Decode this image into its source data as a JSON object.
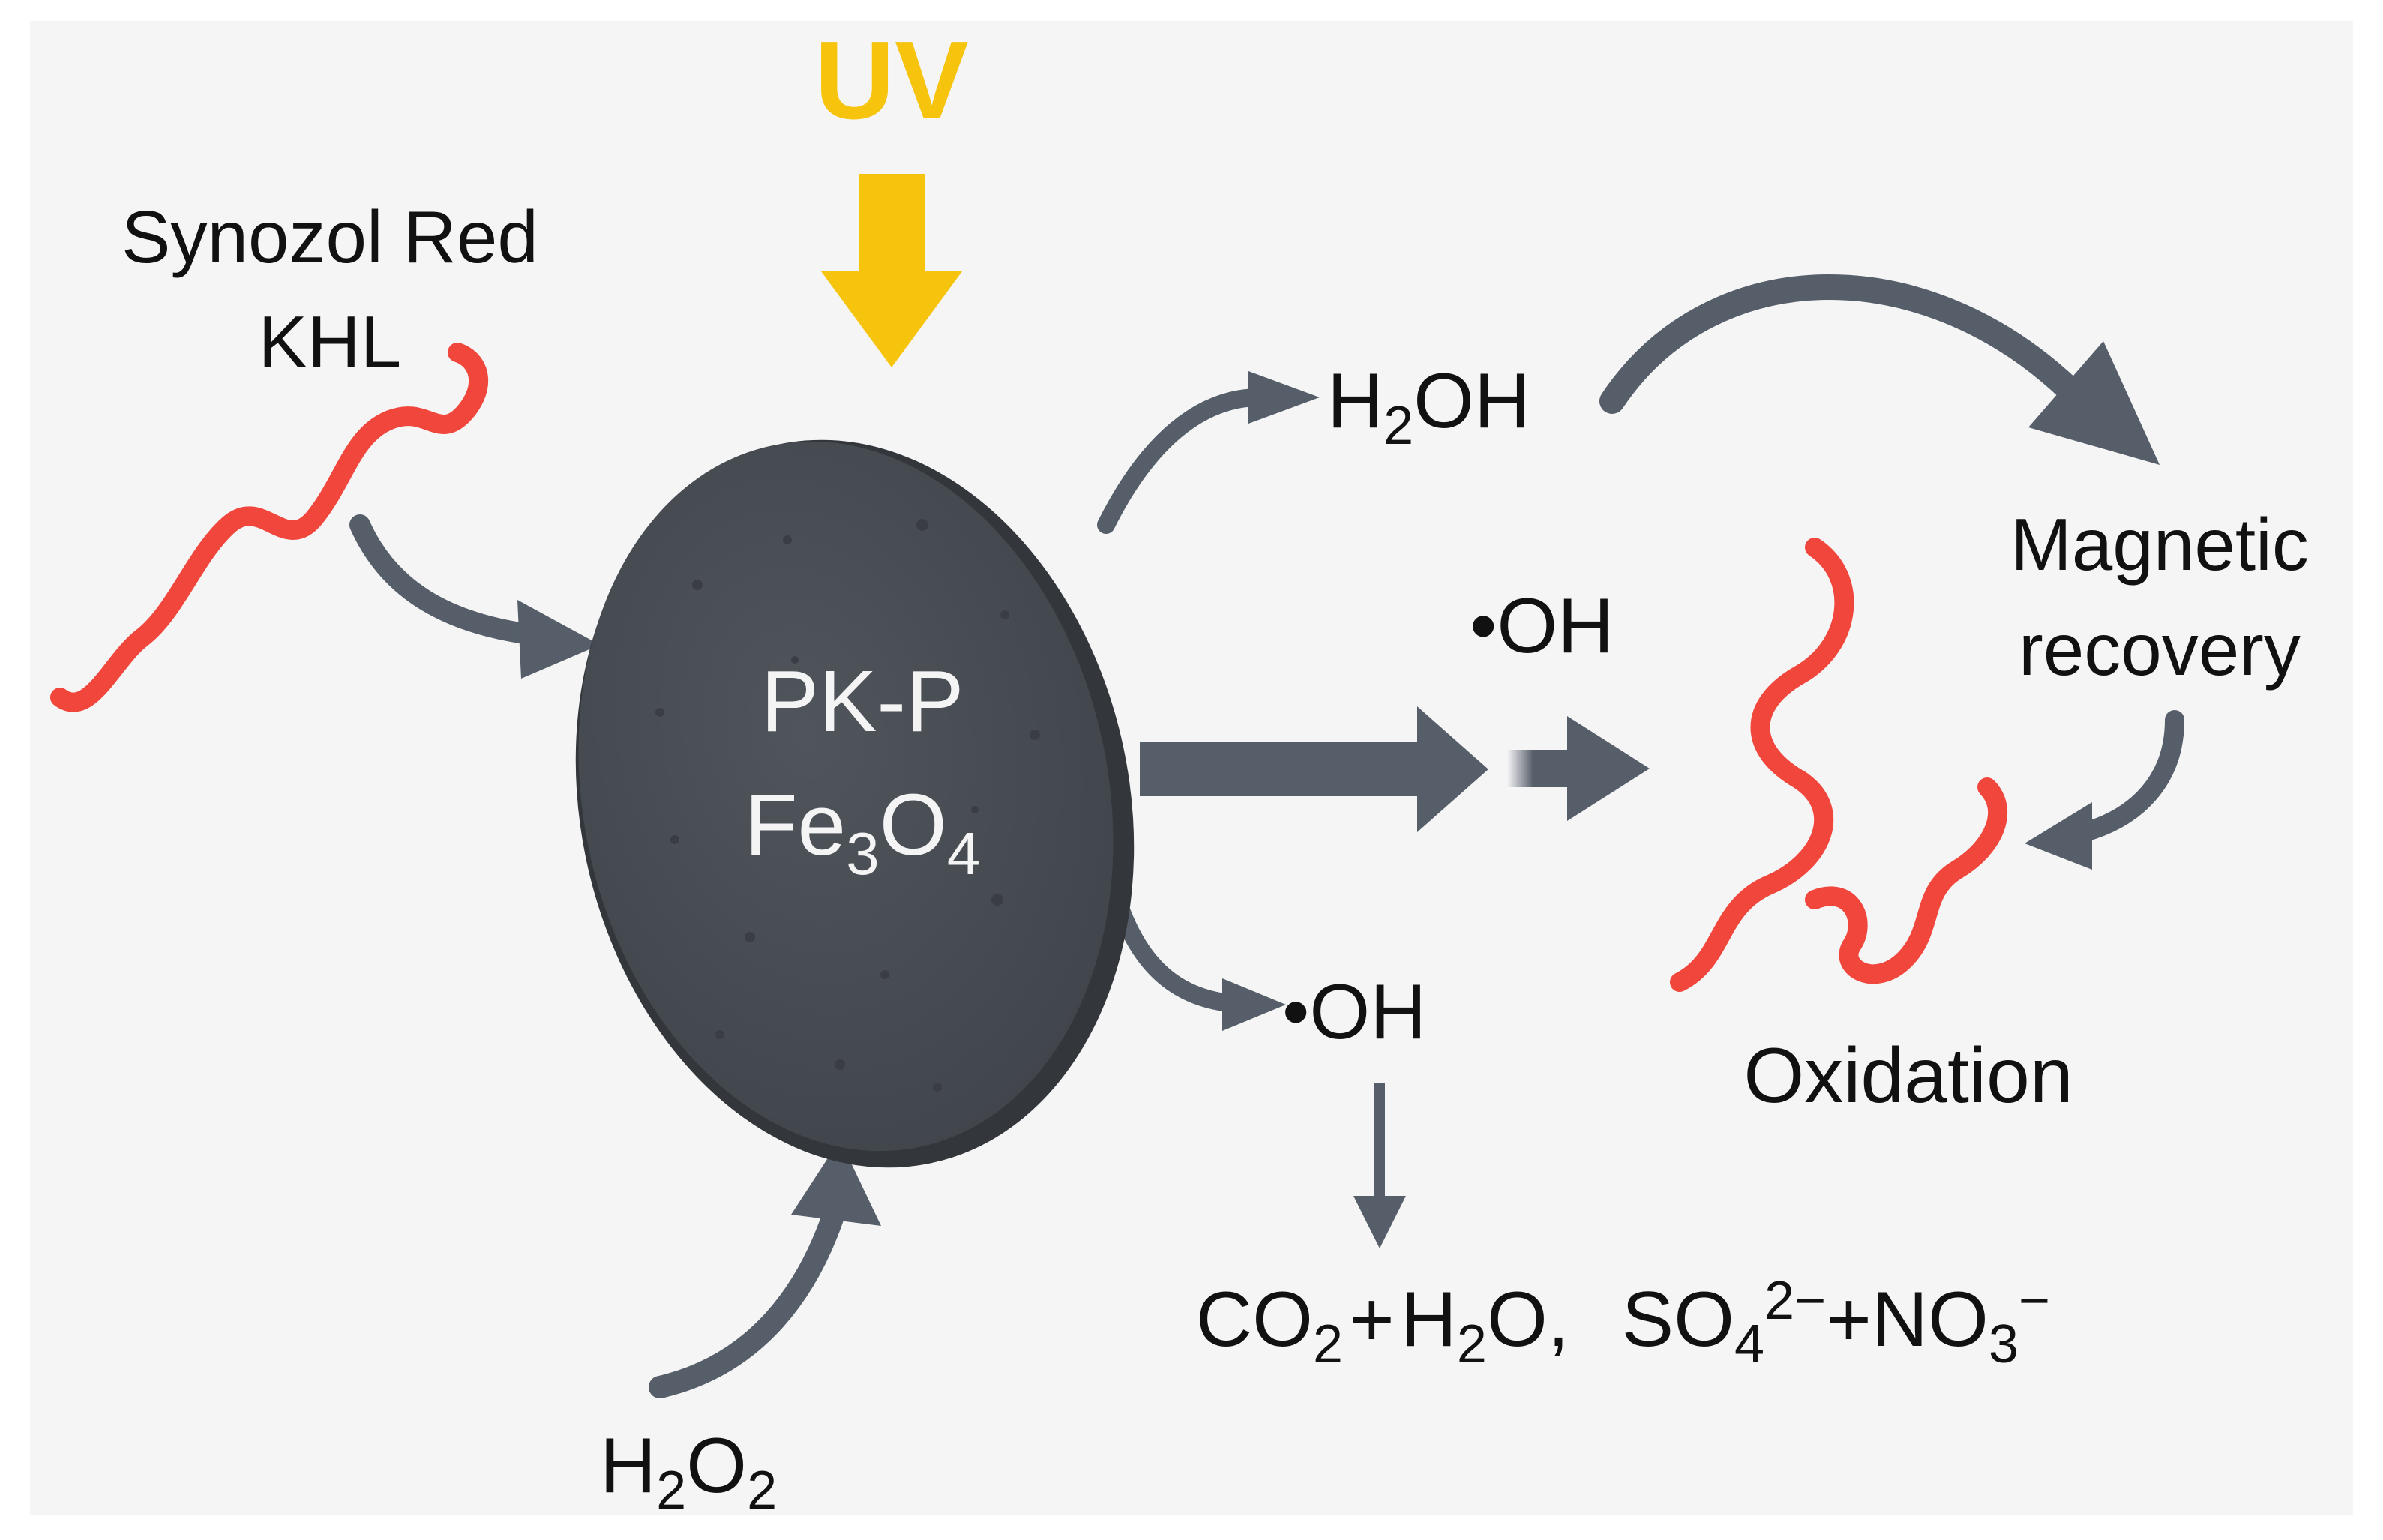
{
  "labels": {
    "uv": "UV",
    "dye_line1": "Synozol Red",
    "dye_line2": "KHL",
    "catalyst_line1": "PK-P",
    "catalyst_fe": "Fe",
    "catalyst_fe_sub": "3",
    "catalyst_o": "O",
    "catalyst_o_sub": "4",
    "h2o2_h": "H",
    "h2o2_sub1": "2",
    "h2o2_o": "O",
    "h2o2_sub2": "2",
    "h2oh_h": "H",
    "h2oh_sub": "2",
    "h2oh_rest": "OH",
    "oh_middle": "•OH",
    "oh_lower": "•OH",
    "magnetic_line1": "Magnetic",
    "magnetic_line2": "recovery",
    "oxidation": "Oxidation",
    "prod_co": "CO",
    "prod_co_sub": "2",
    "prod_plus1": "+",
    "prod_h": "H",
    "prod_h_sub": "2",
    "prod_o_comma": "O,",
    "prod_so": "SO",
    "prod_so_sub": "4",
    "prod_so_sup": "2−",
    "prod_plus2": "+",
    "prod_no": "NO",
    "prod_no_sub": "3",
    "prod_no_sup": "−"
  },
  "colors": {
    "arrow": "#555e69",
    "uv": "#f6c40c",
    "dye": "#f0463c",
    "catalyst": "#474c53",
    "catalyst_edge": "#33373c",
    "panel_bg": "#f5f5f6"
  }
}
